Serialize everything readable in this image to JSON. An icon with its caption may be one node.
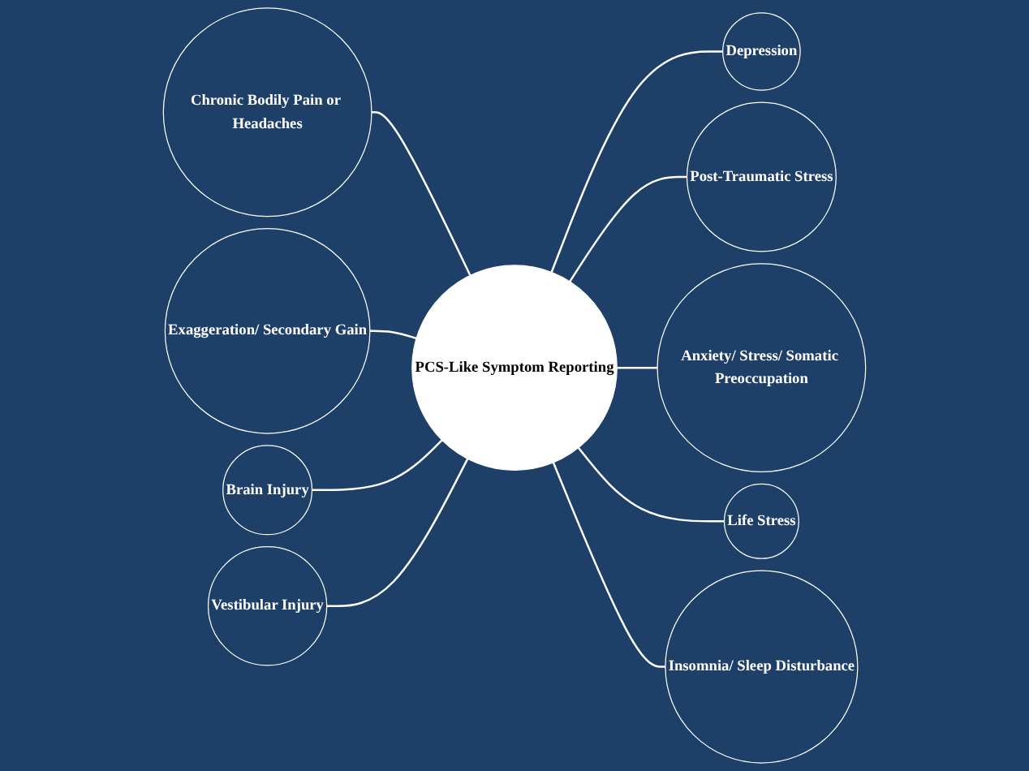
{
  "diagram": {
    "nodes": [
      {
        "text": [
          "PCS-Like Symptom Reporting"
        ]
      },
      {
        "text": [
          "Depression"
        ]
      },
      {
        "text": [
          "Post-Traumatic Stress"
        ]
      },
      {
        "text": [
          "Anxiety/ Stress/ Somatic Preoccupation"
        ]
      },
      {
        "text": [
          "Life Stress"
        ]
      },
      {
        "text": [
          "Insomnia/ Sleep Disturbance"
        ]
      },
      {
        "text": [
          "Chronic Bodily Pain or Headaches"
        ]
      },
      {
        "text": [
          "Exaggeration/ Secondary Gain"
        ]
      },
      {
        "text": [
          "Brain Injury"
        ]
      },
      {
        "text": [
          "Vestibular Injury"
        ]
      }
    ],
    "edges": [
      {
        "from": 0,
        "to": 1,
        "arrow": "none"
      },
      {
        "from": 0,
        "to": 2,
        "arrow": "none"
      },
      {
        "from": 0,
        "to": 3,
        "arrow": "none"
      },
      {
        "from": 0,
        "to": 4,
        "arrow": "none"
      },
      {
        "from": 0,
        "to": 5,
        "arrow": "none"
      },
      {
        "from": 0,
        "to": 6,
        "arrow": "none"
      },
      {
        "from": 0,
        "to": 7,
        "arrow": "none"
      },
      {
        "from": 0,
        "to": 8,
        "arrow": "none"
      },
      {
        "from": 0,
        "to": 9,
        "arrow": "none"
      }
    ]
  }
}
